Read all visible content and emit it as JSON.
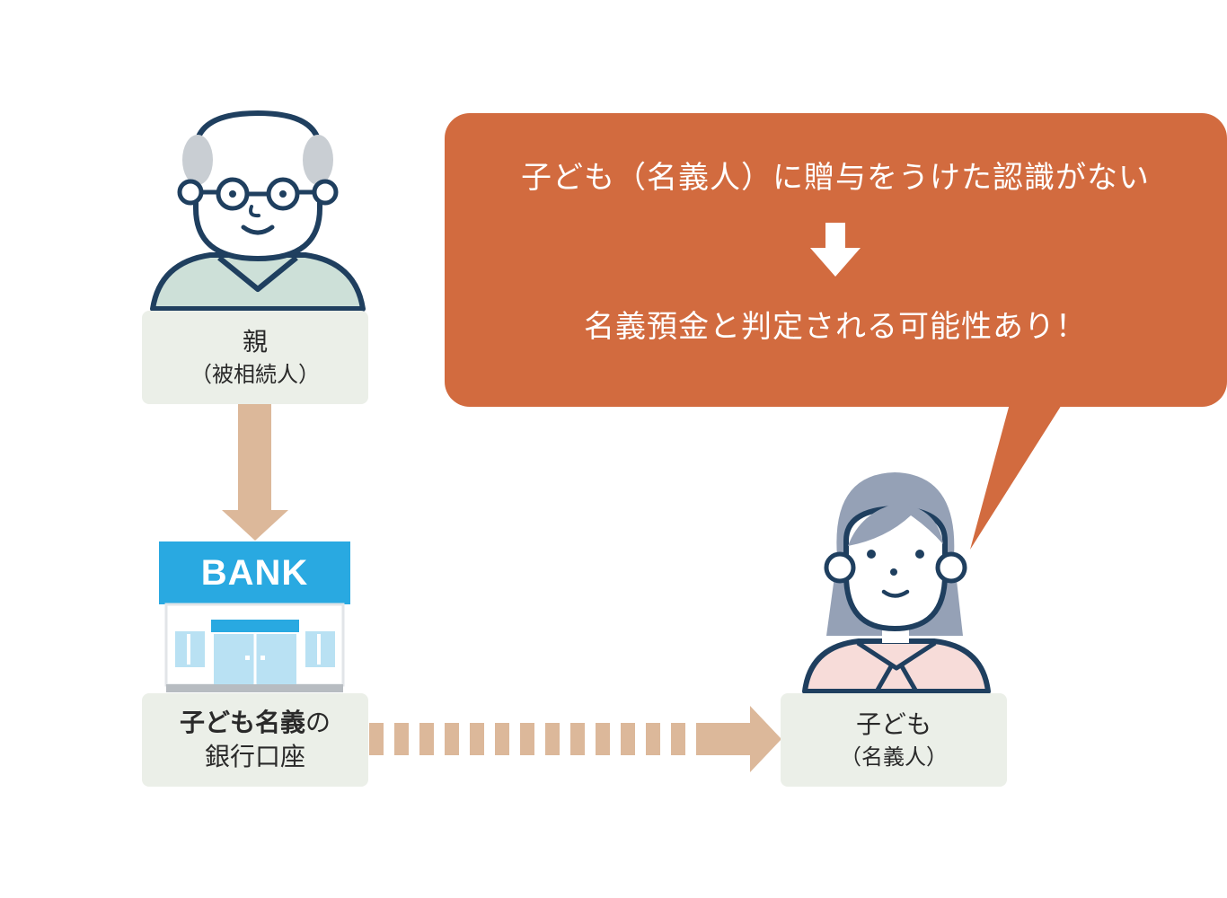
{
  "parent": {
    "name": "親",
    "role": "（被相続人）"
  },
  "bank": {
    "sign": "BANK"
  },
  "account": {
    "holder": "子ども名義",
    "particle": "の",
    "type": "銀行口座"
  },
  "child": {
    "name": "子ども",
    "role": "（名義人）"
  },
  "bubble": {
    "line1": "子ども（名義人）に贈与をうけた認識がない",
    "line2": "名義預金と判定される可能性あり！"
  },
  "colors": {
    "bubble": "#d26b3f",
    "arrow": "#dcb89a",
    "label_bg": "#ebefe8",
    "bank_blue": "#29a9e1",
    "outline": "#1f3f5f"
  },
  "icons": {
    "parent": "elderly-man-icon",
    "bank": "bank-building-icon",
    "child": "woman-icon",
    "transition": "down-arrow-icon"
  }
}
